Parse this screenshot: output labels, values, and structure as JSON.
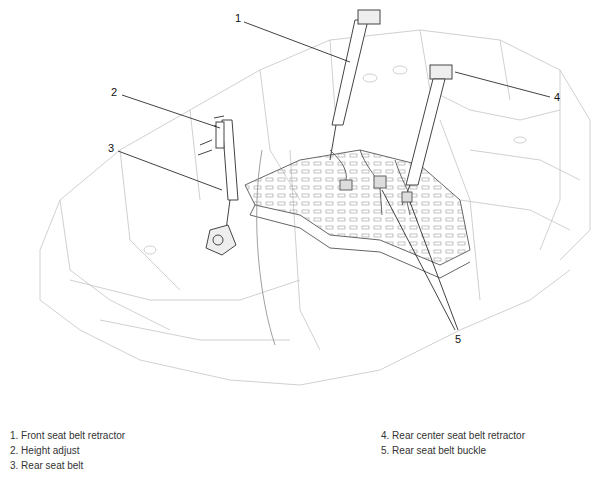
{
  "diagram": {
    "labels": [
      "1",
      "2",
      "3",
      "4",
      "5",
      "1. Front seat belt retractor",
      "2. Height adjust",
      "3. Rear seat belt",
      "4. Rear center seat belt retractor",
      "5. Rear seat belt buckle"
    ]
  }
}
